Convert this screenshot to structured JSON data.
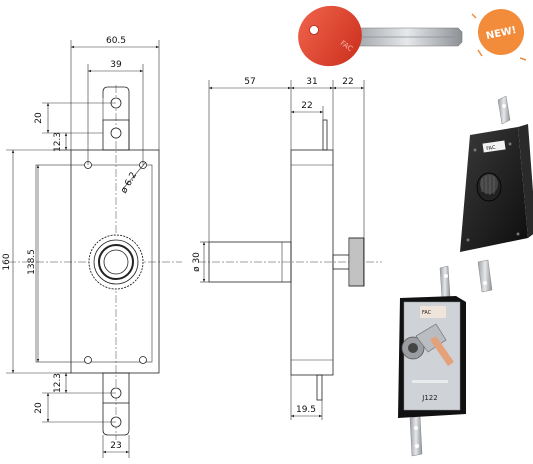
{
  "drawing": {
    "front_view": {
      "width_top": "60.5",
      "inner_width_top": "39",
      "dim_20_top": "20",
      "dim_12_3_top": "12.3",
      "hole_diameter": "ø 6.2",
      "height_total": "160",
      "height_inner": "138.5",
      "dim_12_3_bottom": "12.3",
      "dim_20_bottom": "20",
      "width_bottom": "23"
    },
    "side_view": {
      "dim_57": "57",
      "dim_31": "31",
      "dim_22_right": "22",
      "dim_22_inner": "22",
      "cylinder_diameter": "ø 30",
      "dim_19_5": "19.5"
    }
  },
  "badge": {
    "text": "NEW!",
    "color": "#f28c3a"
  },
  "photos": {
    "key": {
      "color": "#e8432e",
      "brand": "FAC"
    },
    "black_lock": {
      "brand": "FAC",
      "color": "#1a1a1a"
    },
    "silver_lock": {
      "brand": "FAC",
      "model": "J122",
      "color": "#c9ccd0"
    }
  },
  "colors": {
    "line": "#222222",
    "background": "#ffffff",
    "badge": "#f28c3a"
  }
}
